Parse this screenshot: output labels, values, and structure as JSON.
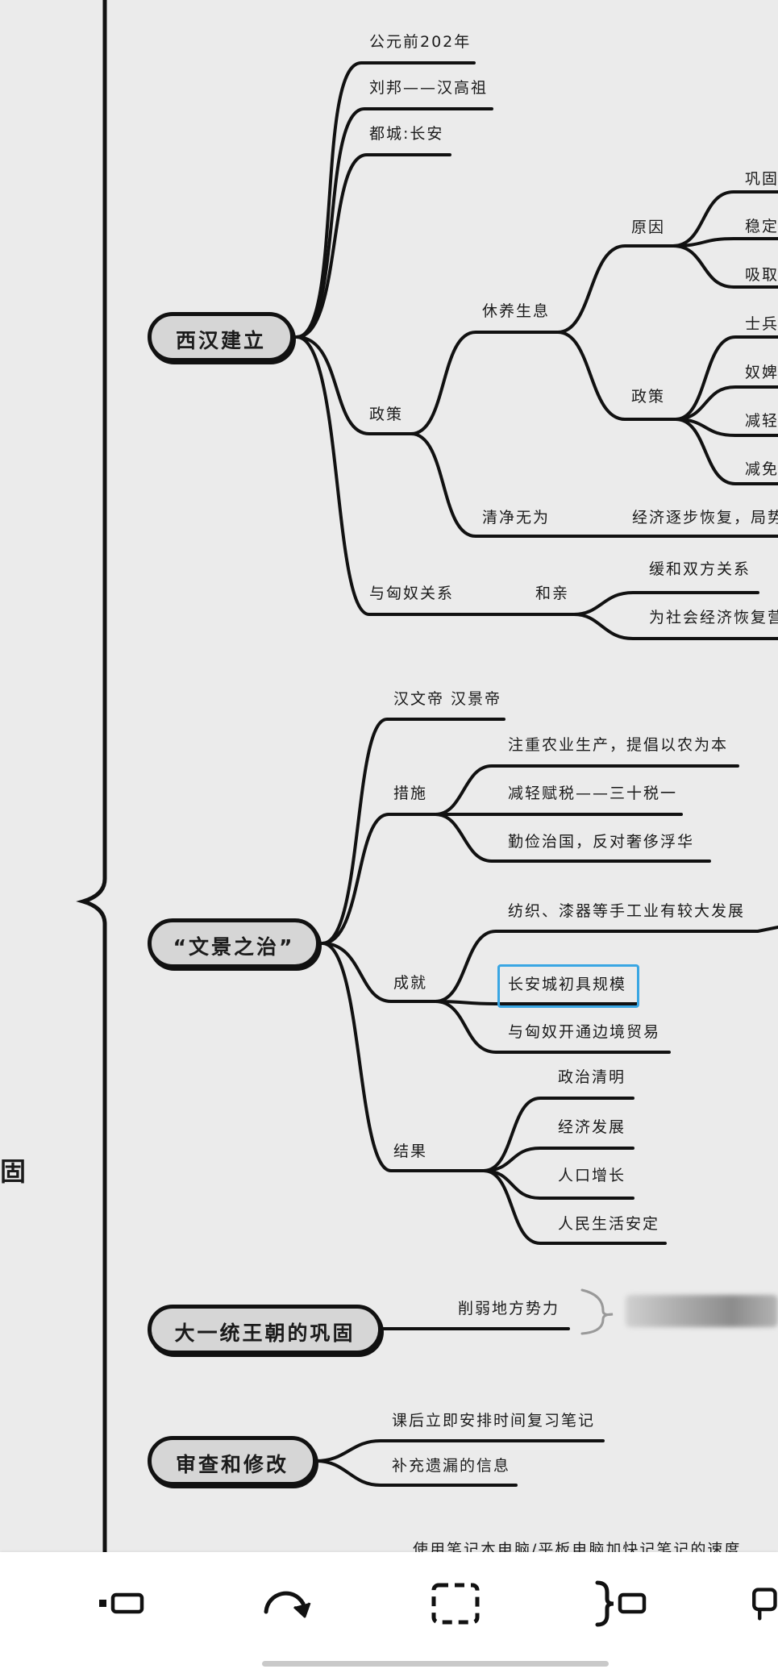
{
  "side_label": "固",
  "topics": [
    {
      "label": "西汉建立"
    },
    {
      "label": "“文景之治”"
    },
    {
      "label": "大一统王朝的巩固"
    },
    {
      "label": "审查和修改"
    }
  ],
  "nodes": {
    "t1_year": "公元前202年",
    "t1_founder": "刘邦——汉高祖",
    "t1_capital": "都城:长安",
    "t1_policy": "政策",
    "t1_rest": "休养生息",
    "t1_reason": "原因",
    "t1_reason_1": "巩固",
    "t1_reason_2": "稳定",
    "t1_reason_3": "吸取",
    "t1_measures": "政策",
    "t1_measure_1": "士兵",
    "t1_measure_2": "奴婢",
    "t1_measure_3": "减轻",
    "t1_measure_4": "减免",
    "t1_quiet": "清净无为",
    "t1_quiet_result": "经济逐步恢复，局势",
    "t1_xiongnu": "与匈奴关系",
    "t1_heqin": "和亲",
    "t1_heqin_1": "缓和双方关系",
    "t1_heqin_2": "为社会经济恢复营",
    "t2_emperors": "汉文帝 汉景帝",
    "t2_measures": "措施",
    "t2_measure_1": "注重农业生产，提倡以农为本",
    "t2_measure_2": "减轻赋税——三十税一",
    "t2_measure_3": "勤俭治国，反对奢侈浮华",
    "t2_achieve": "成就",
    "t2_achieve_1": "纺织、漆器等手工业有较大发展",
    "t2_achieve_2": "长安城初具规模",
    "t2_achieve_3": "与匈奴开通边境贸易",
    "t2_result": "结果",
    "t2_result_1": "政治清明",
    "t2_result_2": "经济发展",
    "t2_result_3": "人口增长",
    "t2_result_4": "人民生活安定",
    "t3_weaken": "削弱地方势力",
    "t4_review": "课后立即安排时间复习笔记",
    "t4_supplement": "补充遗漏的信息",
    "t4_speed": "使用笔记本电脑/平板电脑加快记笔记的速度"
  },
  "toolbar": [
    {
      "icon": "add-subtopic-icon"
    },
    {
      "icon": "redo-icon"
    },
    {
      "icon": "boundary-icon"
    },
    {
      "icon": "summary-icon"
    },
    {
      "icon": "relationship-icon"
    }
  ]
}
